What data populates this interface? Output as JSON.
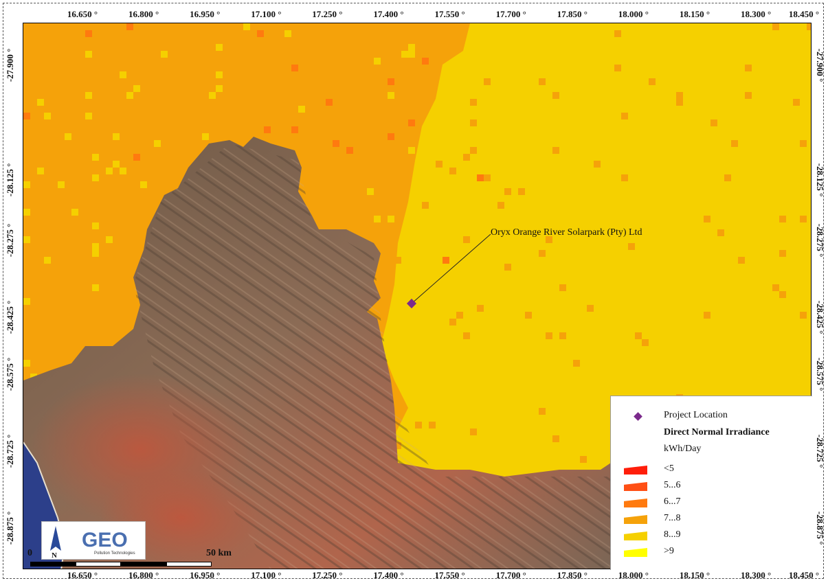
{
  "map": {
    "annotation": "Oryx Orange River Solarpark (Pty) Ltd",
    "x_ticks": [
      "16.650 °",
      "16.800 °",
      "16.950 °",
      "17.100 °",
      "17.250 °",
      "17.400 °",
      "17.550 °",
      "17.700 °",
      "17.850 °",
      "18.000 °",
      "18.150 °",
      "18.300 °",
      "18.450 °"
    ],
    "y_ticks": [
      "-27.900 °",
      "-28.125 °",
      "-28.275 °",
      "-28.425 °",
      "-28.575 °",
      "-28.725 °",
      "-28.875 °"
    ],
    "colors": {
      "lt5": "#ff1e0a",
      "r5_6": "#ff4f14",
      "r6_7": "#ff7a0f",
      "r7_8": "#f5a20a",
      "r8_9": "#f5d000",
      "gt9": "#ffff00",
      "marker": "#7b2a8c",
      "terrain": "#8a6a52",
      "sea": "#2c3f8a"
    }
  },
  "legend": {
    "project_location": "Project Location",
    "title": "Direct Normal Irradiance",
    "unit": "kWh/Day",
    "classes": [
      {
        "label": "<5",
        "color": "#ff1e0a"
      },
      {
        "label": "5...6",
        "color": "#ff4f14"
      },
      {
        "label": "6...7",
        "color": "#ff7a0f"
      },
      {
        "label": "7...8",
        "color": "#f5a20a"
      },
      {
        "label": "8...9",
        "color": "#f5d000"
      },
      {
        "label": ">9",
        "color": "#ffff00"
      }
    ]
  },
  "scale": {
    "zero": "0",
    "distance": "50 km"
  },
  "logo": {
    "text": "GEO",
    "sub": "Pollution Technologies",
    "north": "N"
  }
}
